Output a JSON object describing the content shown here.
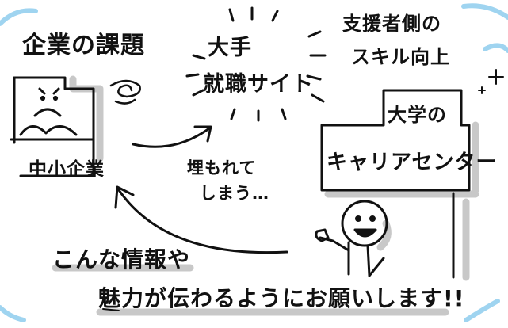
{
  "title": "企業の課題",
  "job_site": {
    "line1": "大手",
    "line2": "就職サイト"
  },
  "skill_improvement": {
    "line1": "支援者側の",
    "line2": "スキル向上"
  },
  "university": {
    "label": "大学の"
  },
  "career_center": {
    "label": "キャリアセンター"
  },
  "sme": {
    "label": "中小企業"
  },
  "buried": {
    "line1": "埋もれて",
    "line2": "しまう…"
  },
  "message": {
    "line1": "こんな情報や",
    "line2": "魅力が伝わるようにお願いします!!"
  },
  "colors": {
    "ink": "#111111",
    "shadow": "#c8c8c8",
    "sky": "#9fd4f0"
  }
}
